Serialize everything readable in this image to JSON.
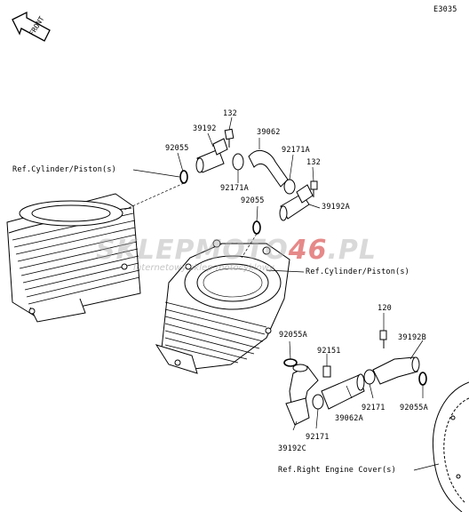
{
  "diagram_code": "E3035",
  "front_label": "FRONT",
  "watermark": {
    "brand_a": "SKLEP",
    "brand_b": "MOTO",
    "brand_c": "46",
    "brand_d": ".PL",
    "tagline": "Internetowy sklep motocyklowy"
  },
  "labels": {
    "l132_top": "132",
    "l39192": "39192",
    "l39062": "39062",
    "l92055_left": "92055",
    "l92171A_top": "92171A",
    "l132_right": "132",
    "l92171A_bottom": "92171A",
    "l92055_mid": "92055",
    "l39192A": "39192A",
    "ref_cyl_left": "Ref.Cylinder/Piston(s)",
    "ref_cyl_right": "Ref.Cylinder/Piston(s)",
    "l120": "120",
    "l39192B": "39192B",
    "l92055A_left": "92055A",
    "l92151": "92151",
    "l92055A_right": "92055A",
    "l92171_mid": "92171",
    "l39062A": "39062A",
    "l92171_low": "92171",
    "l39192C": "39192C",
    "ref_cover": "Ref.Right Engine Cover(s)"
  }
}
